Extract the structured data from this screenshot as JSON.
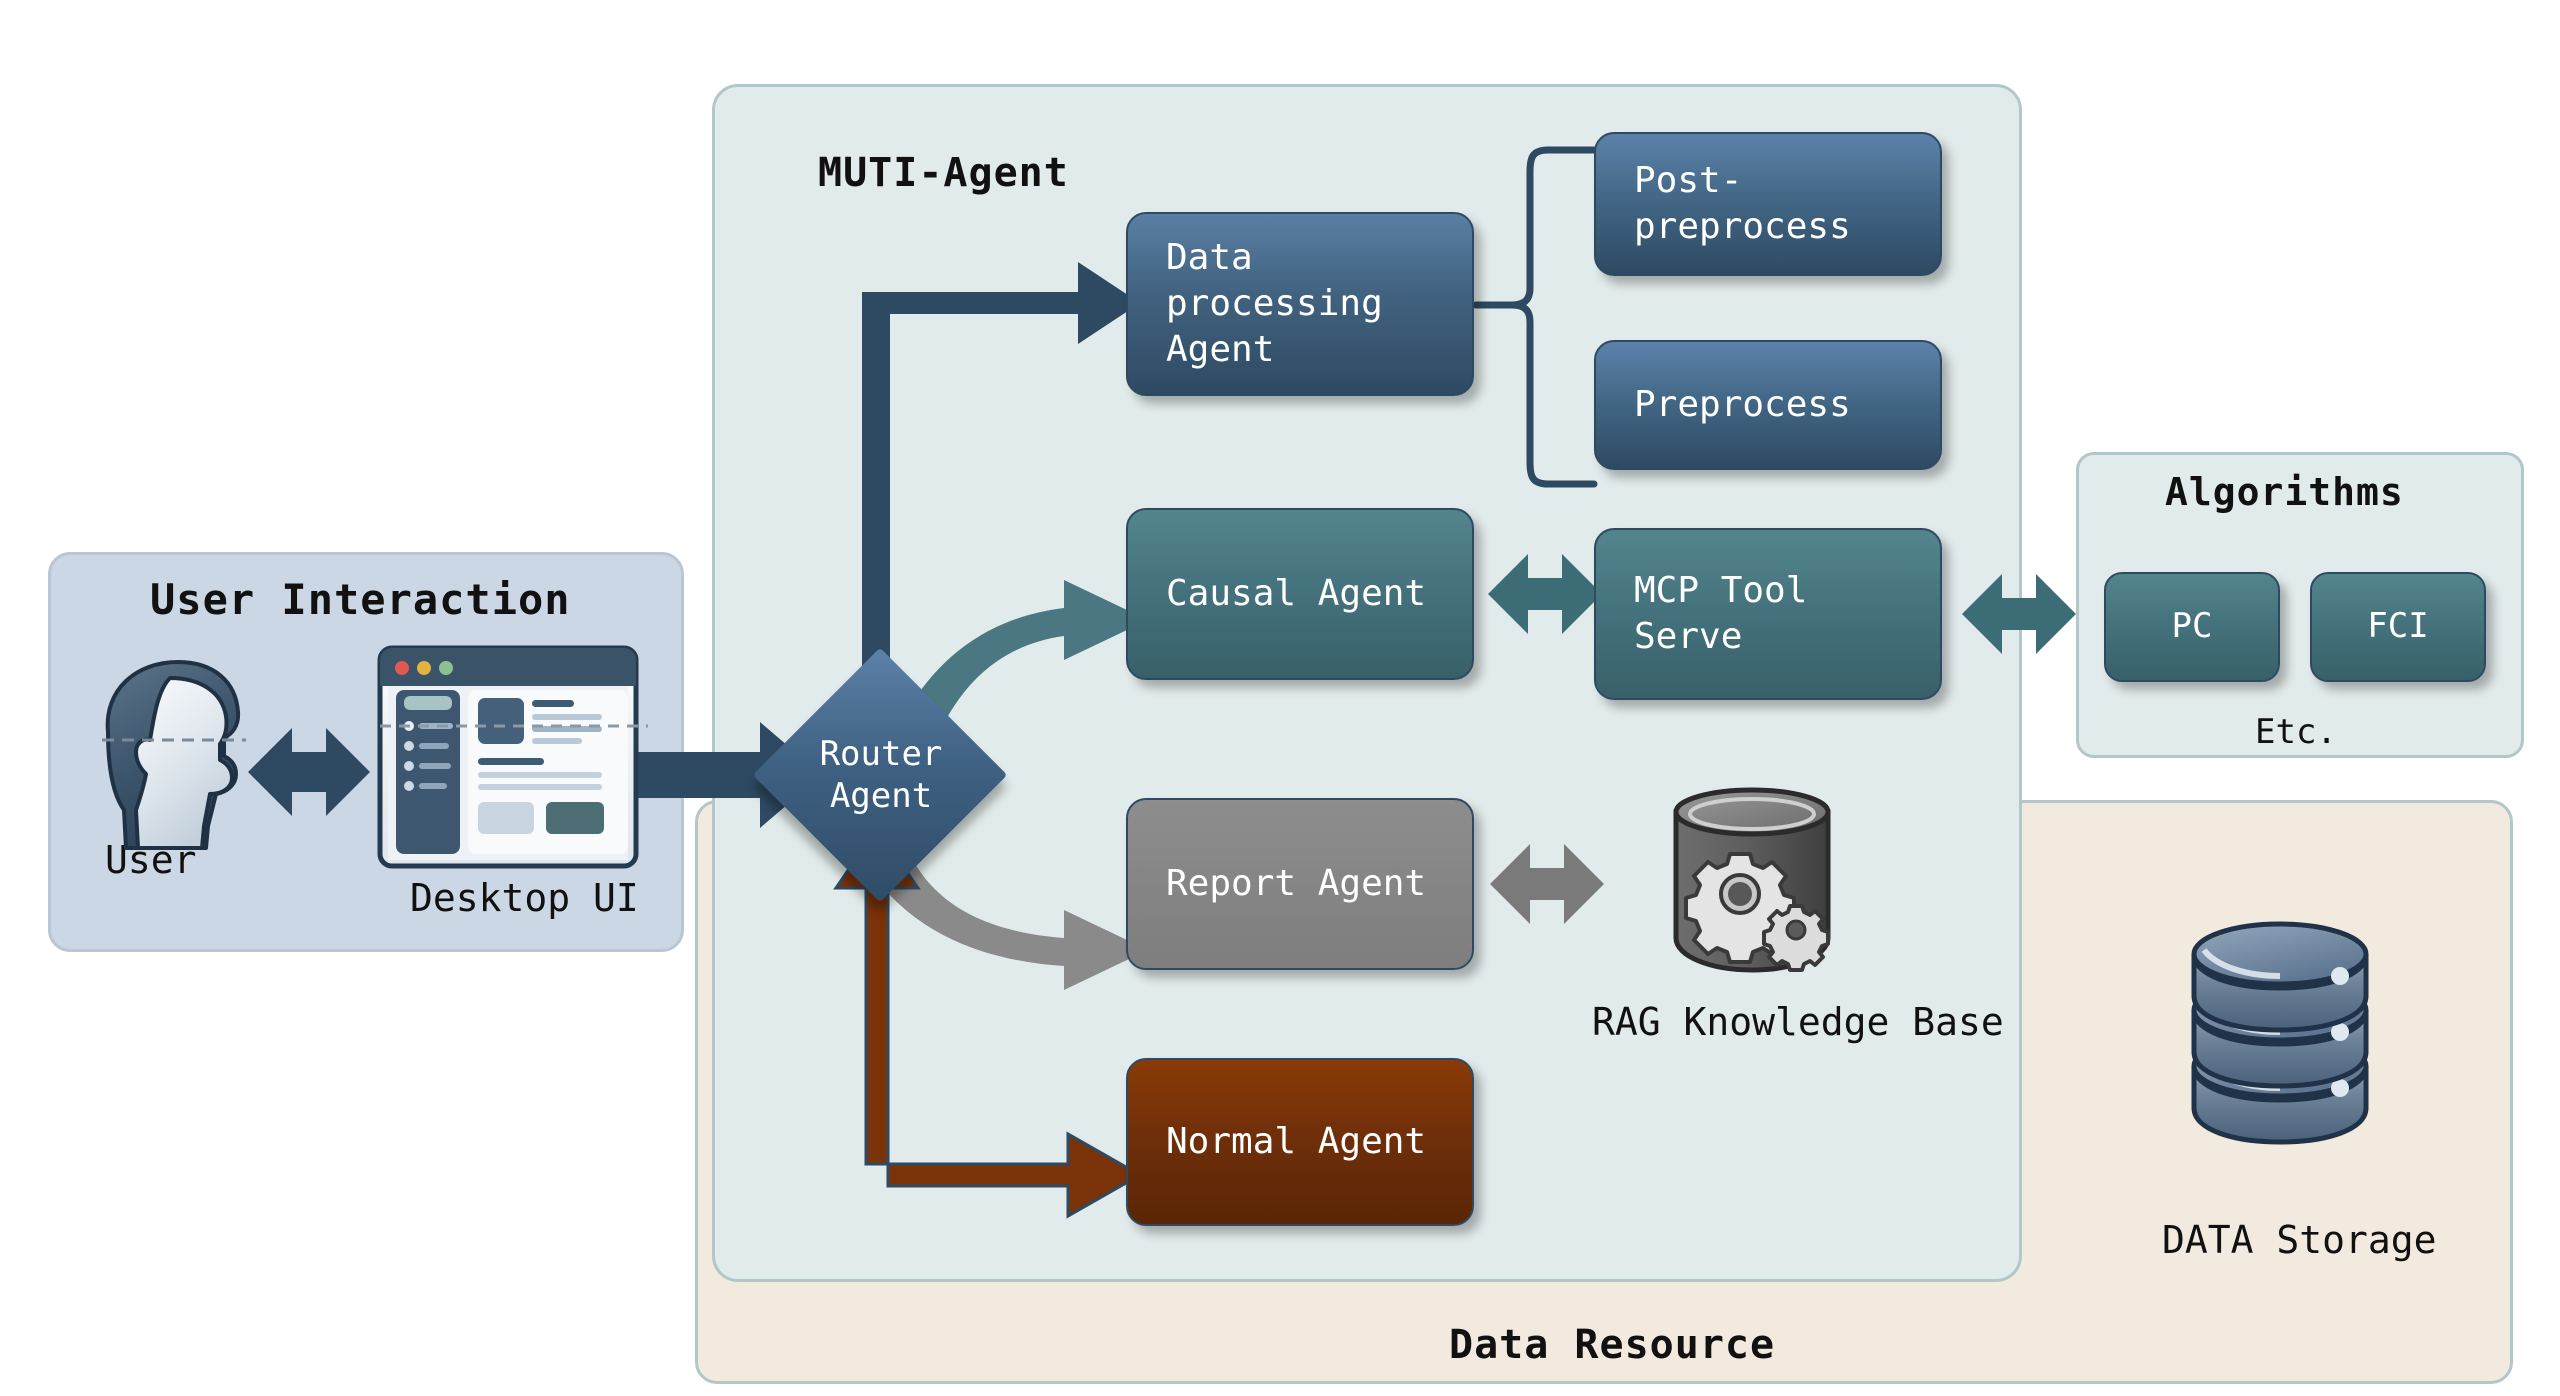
{
  "panels": {
    "user_interaction": {
      "title": "User Interaction"
    },
    "multi_agent": {
      "title": "MUTI-Agent"
    },
    "algorithms": {
      "title": "Algorithms",
      "etc": "Etc."
    },
    "data_resource": {
      "title": "Data Resource"
    }
  },
  "nodes": {
    "user": {
      "label": "User",
      "icon": "user-head-icon"
    },
    "desktop_ui": {
      "label": "Desktop UI",
      "icon": "desktop-window-icon"
    },
    "router_agent": {
      "label": "Router\nAgent",
      "shape": "diamond",
      "color": "#3f6183"
    },
    "data_processing_agent": {
      "label": "Data\nprocessing\nAgent",
      "color": "#41627f"
    },
    "post_preprocess": {
      "label": "Post-\npreprocess",
      "color": "#426684"
    },
    "preprocess": {
      "label": "Preprocess",
      "color": "#426684"
    },
    "causal_agent": {
      "label": "Causal Agent",
      "color": "#45737d"
    },
    "mcp_tool_serve": {
      "label": "MCP Tool\nServe",
      "color": "#45737d"
    },
    "report_agent": {
      "label": "Report Agent",
      "color": "#868686"
    },
    "normal_agent": {
      "label": "Normal Agent",
      "color": "#72300a"
    },
    "rag_knowledge_base": {
      "label": "RAG Knowledge Base",
      "icon": "database-gears-icon"
    },
    "data_storage": {
      "label": "DATA Storage",
      "icon": "database-stack-icon"
    },
    "pc": {
      "label": "PC",
      "color": "#45737d"
    },
    "fci": {
      "label": "FCI",
      "color": "#45737d"
    }
  },
  "connections": [
    {
      "from": "user",
      "to": "desktop_ui",
      "style": "bidirectional",
      "color": "#2e4a63"
    },
    {
      "from": "desktop_ui",
      "to": "router_agent",
      "style": "arrow",
      "color": "#2e4a63"
    },
    {
      "from": "router_agent",
      "to": "data_processing_agent",
      "style": "arrow",
      "color": "#2e4a63"
    },
    {
      "from": "data_processing_agent",
      "to": "post_preprocess",
      "style": "brace",
      "color": "#2e4a63"
    },
    {
      "from": "data_processing_agent",
      "to": "preprocess",
      "style": "brace",
      "color": "#2e4a63"
    },
    {
      "from": "router_agent",
      "to": "causal_agent",
      "style": "curved-arrow",
      "color": "#4a7781"
    },
    {
      "from": "causal_agent",
      "to": "mcp_tool_serve",
      "style": "bidirectional",
      "color": "#3c6d77"
    },
    {
      "from": "mcp_tool_serve",
      "to": "pc",
      "style": "bidirectional",
      "color": "#3c6d77"
    },
    {
      "from": "router_agent",
      "to": "report_agent",
      "style": "curved-arrow",
      "color": "#8a8a8a"
    },
    {
      "from": "report_agent",
      "to": "rag_knowledge_base",
      "style": "bidirectional",
      "color": "#7a7a7a"
    },
    {
      "from": "normal_agent",
      "to": "router_agent",
      "style": "arrow",
      "color": "#7a3208"
    }
  ],
  "colors": {
    "panel_teal_bg": "#e2ebeb",
    "panel_teal_border": "#b2c7c7",
    "panel_blue_bg": "#ccd7e5",
    "panel_beige_bg": "#f2eade",
    "accent_dark_blue": "#2e4a63",
    "accent_teal": "#45737d",
    "accent_gray": "#868686",
    "accent_brown": "#72300a"
  }
}
